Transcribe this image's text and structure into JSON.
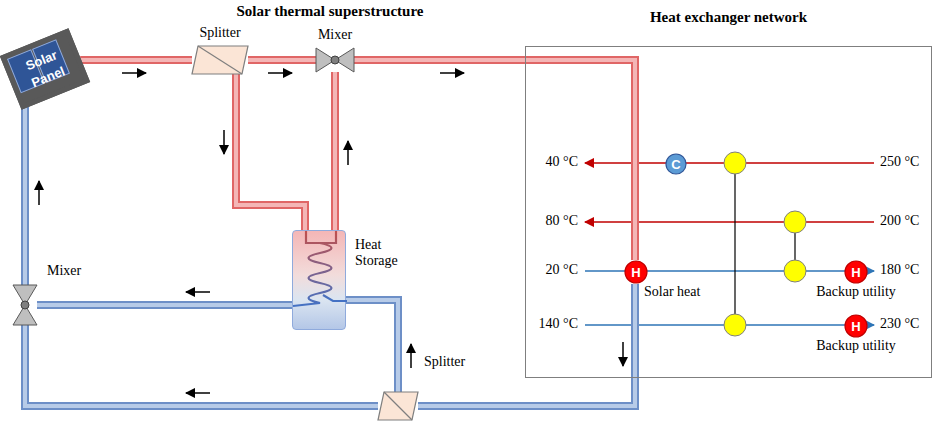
{
  "diagram": {
    "nodes": [
      {
        "text": [
          "Solar Panel"
        ]
      },
      {
        "text": [
          "Splitter"
        ]
      },
      {
        "text": [
          "Mixer"
        ]
      },
      {
        "text": [
          "Heat Storage"
        ]
      },
      {
        "text": [
          "Mixer"
        ]
      },
      {
        "text": [
          "Splitter"
        ]
      },
      {
        "text": [
          "Heat exchanger network"
        ]
      },
      {
        "text": [
          "C"
        ],
        "in": 6
      },
      {
        "text": [
          "H",
          "Solar heat"
        ],
        "in": 6
      },
      {
        "text": [
          "H",
          "Backup utility"
        ],
        "in": 6
      },
      {
        "text": [
          "H",
          "Backup utility"
        ],
        "in": 6
      }
    ],
    "edges": [
      {
        "from": 0,
        "to": 1,
        "arrow": "to"
      },
      {
        "from": 1,
        "to": 2,
        "arrow": "to"
      },
      {
        "from": 1,
        "to": 3,
        "arrow": "to"
      },
      {
        "from": 3,
        "to": 2,
        "arrow": "to"
      },
      {
        "from": 2,
        "to": 8,
        "arrow": "to"
      },
      {
        "from": 8,
        "to": 5,
        "arrow": "to"
      },
      {
        "from": 5,
        "to": 3,
        "arrow": "to"
      },
      {
        "from": 5,
        "to": 4,
        "arrow": "to"
      },
      {
        "from": 3,
        "to": 4,
        "arrow": "to"
      },
      {
        "from": 4,
        "to": 0,
        "arrow": "to"
      }
    ],
    "labels": [
      "Solar thermal superstructure",
      "40 °C",
      "250 °C",
      "80 °C",
      "200 °C",
      "20 °C",
      "180 °C",
      "140 °C",
      "230 °C"
    ]
  }
}
